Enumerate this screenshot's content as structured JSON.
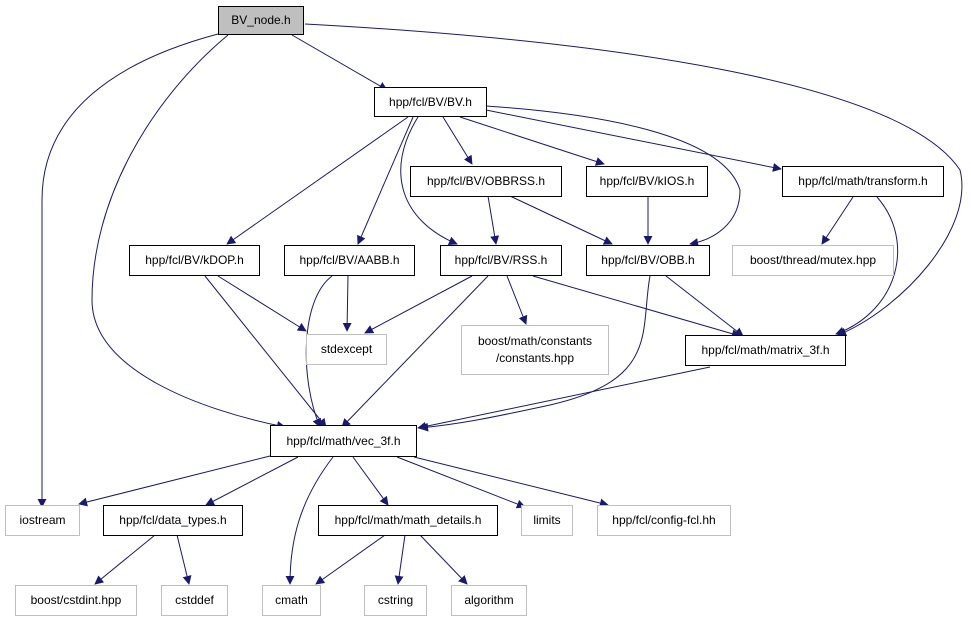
{
  "colors": {
    "edge": "#191970",
    "root_fill": "#bfbfbf",
    "internal_border": "#000000",
    "external_border": "#bfbfbf"
  },
  "nodes": {
    "bv_node_h": "BV_node.h",
    "bv_h": "hpp/fcl/BV/BV.h",
    "obbrss_h": "hpp/fcl/BV/OBBRSS.h",
    "kios_h": "hpp/fcl/BV/kIOS.h",
    "transform_h": "hpp/fcl/math/transform.h",
    "kdop_h": "hpp/fcl/BV/kDOP.h",
    "aabb_h": "hpp/fcl/BV/AABB.h",
    "rss_h": "hpp/fcl/BV/RSS.h",
    "obb_h": "hpp/fcl/BV/OBB.h",
    "mutex_hpp": "boost/thread/mutex.hpp",
    "stdexcept": "stdexcept",
    "constants_line1": "boost/math/constants",
    "constants_line2": "/constants.hpp",
    "matrix_3f_h": "hpp/fcl/math/matrix_3f.h",
    "vec_3f_h": "hpp/fcl/math/vec_3f.h",
    "iostream": "iostream",
    "data_types_h": "hpp/fcl/data_types.h",
    "math_details_h": "hpp/fcl/math/math_details.h",
    "limits": "limits",
    "config_fcl_hh": "hpp/fcl/config-fcl.hh",
    "cstdint_hpp": "boost/cstdint.hpp",
    "cstddef": "cstddef",
    "cmath": "cmath",
    "cstring": "cstring",
    "algorithm": "algorithm"
  }
}
